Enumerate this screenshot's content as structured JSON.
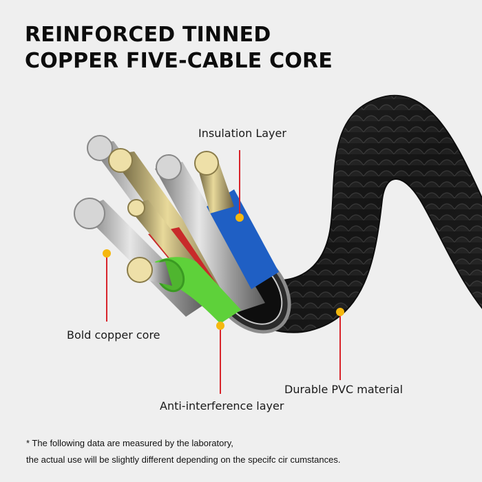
{
  "title": {
    "line1": "REINFORCED TINNED",
    "line2": "COPPER FIVE-CABLE CORE"
  },
  "callouts": [
    {
      "id": "insulation",
      "label": "Insulation Layer"
    },
    {
      "id": "copper",
      "label": "Bold copper core"
    },
    {
      "id": "anti",
      "label": "Anti-interference layer"
    },
    {
      "id": "pvc",
      "label": "Durable PVC material"
    }
  ],
  "footnote": {
    "line1": "* The following data are measured by the laboratory,",
    "line2": "the actual use will be slightly different depending on the specifc cir cumstances."
  },
  "colors": {
    "background": "#efefef",
    "leader_line": "#d8232a",
    "marker_dot": "#f5b80f",
    "jacket": "#1b1b1b",
    "wire_blue": "#1f5fc4",
    "wire_green": "#5ed13a",
    "wire_red": "#c82a2a"
  }
}
